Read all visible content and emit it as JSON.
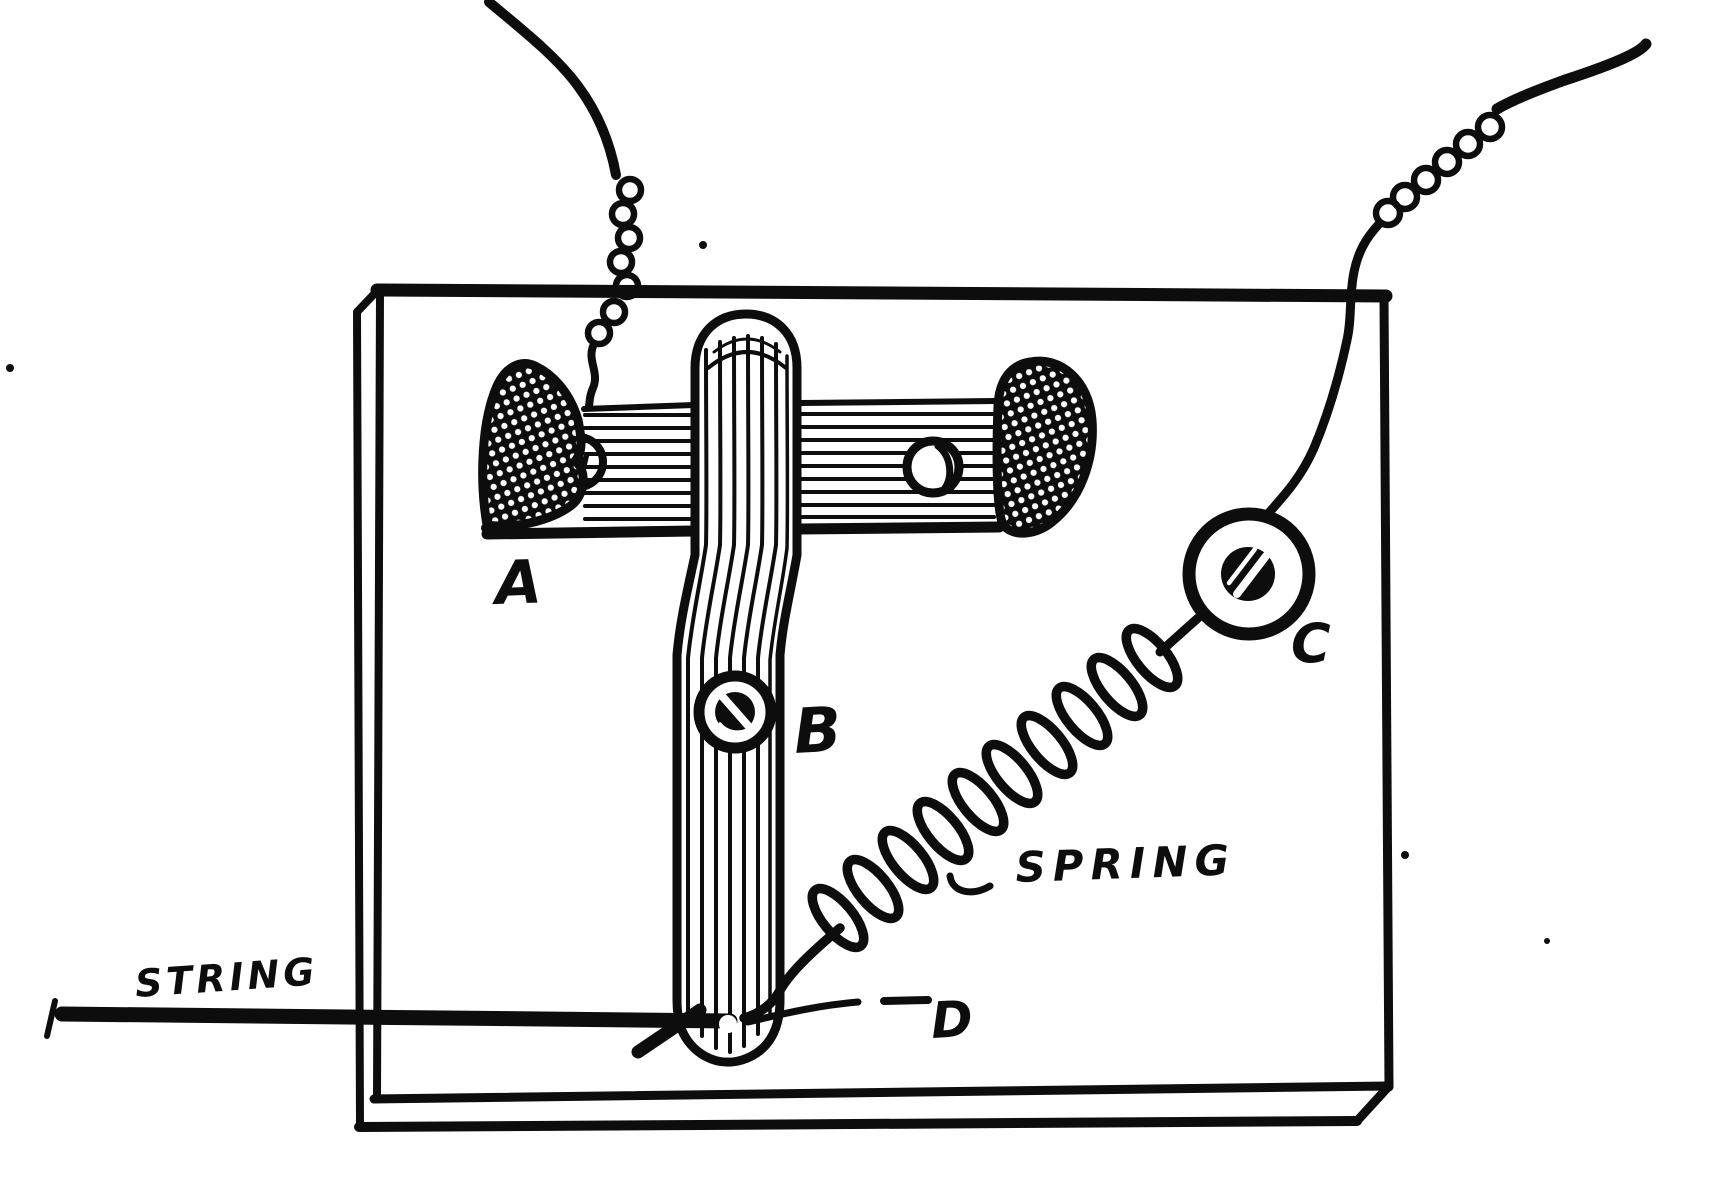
{
  "figure": {
    "background_color": "#ffffff",
    "ink_color": "#0d0d0d",
    "labels": {
      "contact_strip": "A",
      "lever_pivot": "B",
      "binding_post": "C",
      "spring_anchor": "D",
      "spring": "SPRING",
      "string": "STRING"
    }
  }
}
